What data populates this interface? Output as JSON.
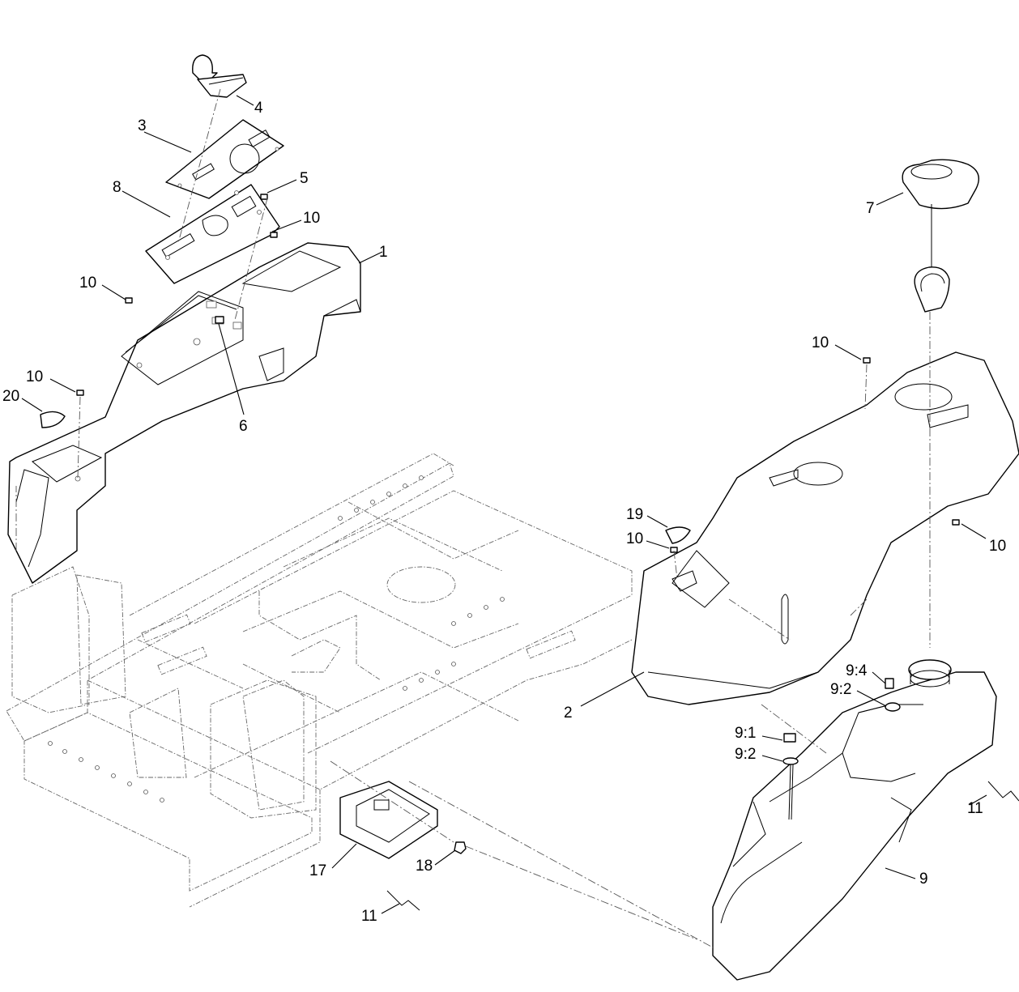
{
  "callouts": [
    {
      "id": "c1",
      "text": "1"
    },
    {
      "id": "c2",
      "text": "2"
    },
    {
      "id": "c3",
      "text": "3"
    },
    {
      "id": "c4",
      "text": "4"
    },
    {
      "id": "c5",
      "text": "5"
    },
    {
      "id": "c6",
      "text": "6"
    },
    {
      "id": "c7",
      "text": "7"
    },
    {
      "id": "c8",
      "text": "8"
    },
    {
      "id": "c9",
      "text": "9"
    },
    {
      "id": "c9_1",
      "text": "9:1"
    },
    {
      "id": "c9_2a",
      "text": "9:2"
    },
    {
      "id": "c9_2b",
      "text": "9:2"
    },
    {
      "id": "c9_4",
      "text": "9:4"
    },
    {
      "id": "c10a",
      "text": "10"
    },
    {
      "id": "c10b",
      "text": "10"
    },
    {
      "id": "c10c",
      "text": "10"
    },
    {
      "id": "c10d",
      "text": "10"
    },
    {
      "id": "c10e",
      "text": "10"
    },
    {
      "id": "c10f",
      "text": "10"
    },
    {
      "id": "c11a",
      "text": "11"
    },
    {
      "id": "c11b",
      "text": "11"
    },
    {
      "id": "c17",
      "text": "17"
    },
    {
      "id": "c18",
      "text": "18"
    },
    {
      "id": "c19",
      "text": "19"
    },
    {
      "id": "c20",
      "text": "20"
    }
  ]
}
